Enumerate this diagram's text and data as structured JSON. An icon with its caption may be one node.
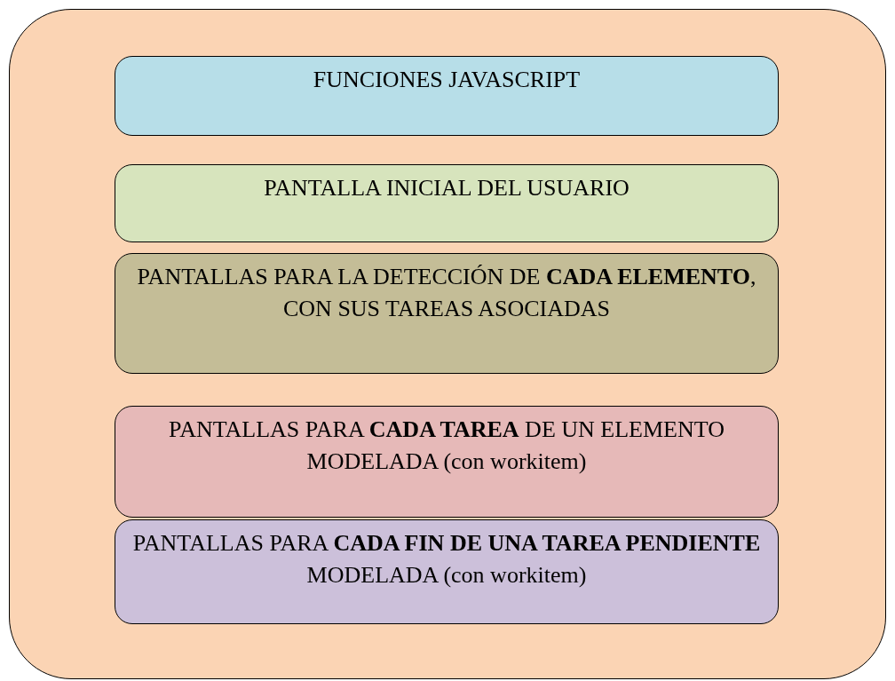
{
  "diagram": {
    "nodes": [
      {
        "text": [],
        "shape": "box"
      },
      {
        "text": [
          "FUNCIONES JAVASCRIPT"
        ],
        "in": 0
      },
      {
        "text": [
          "PANTALLA INICIAL DEL USUARIO"
        ],
        "in": 0
      },
      {
        "text": [
          "PANTALLAS PARA LA DETECCIÓN DE **CADA ELEMENTO**, CON SUS TAREAS ASOCIADAS"
        ],
        "in": 0
      },
      {
        "text": [
          "PANTALLAS PARA **CADA TAREA** DE UN ELEMENTO MODELADA (con workitem)"
        ],
        "in": 0
      },
      {
        "text": [
          "PANTALLAS PARA **CADA FIN DE UNA TAREA PENDIENTE** MODELADA (con workitem)"
        ],
        "in": 0
      }
    ]
  }
}
